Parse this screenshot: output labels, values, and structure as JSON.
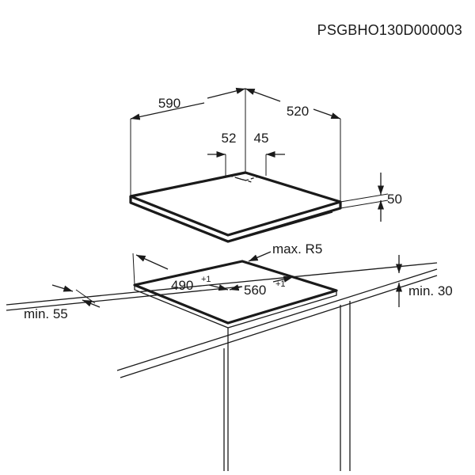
{
  "document_code": "PSGBHO130D000003",
  "dimensions": {
    "width": "590",
    "depth": "520",
    "offset_left": "52",
    "offset_right": "45",
    "height": "50",
    "cutout_width": "490",
    "cutout_width_tol": "+1",
    "cutout_depth": "560",
    "cutout_depth_tol": "+1",
    "radius": "max. R5",
    "min_front": "min. 55",
    "min_below": "min. 30"
  }
}
